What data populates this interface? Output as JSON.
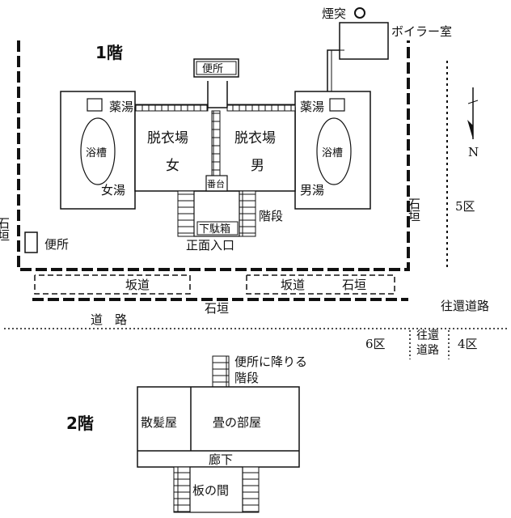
{
  "floor1": {
    "heading": "1階",
    "chimney": "煙突",
    "boiler_room": "ボイラー室",
    "toilet_top": "便所",
    "toilet_left": "便所",
    "yakuyu_left": "薬湯",
    "yakuyu_right": "薬湯",
    "yokuso_left": "浴槽",
    "yokuso_right": "浴槽",
    "women_bath": "女湯",
    "men_bath": "男湯",
    "dressing_left": "脱衣場",
    "dressing_right": "脱衣場",
    "women": "女",
    "men": "男",
    "bandai": "番台",
    "stairs": "階段",
    "shoe_box": "下駄箱",
    "entrance": "正面入口",
    "ishigaki_left": "石垣",
    "ishigaki_right": "石垣",
    "ishigaki_bottom": "石垣",
    "ishigaki_slope": "石垣",
    "slope_left": "坂道",
    "slope_right": "坂道",
    "road": "道　路",
    "north": "N",
    "district5": "5区",
    "district6": "6区",
    "district4": "4区",
    "two_way_road": "往還道路",
    "two_way_road_short": "往還道路"
  },
  "floor2": {
    "heading": "2階",
    "stairs_to_toilet_line1": "便所に降りる",
    "stairs_to_toilet_line2": "階段",
    "barber": "散髪屋",
    "tatami_room": "畳の部屋",
    "corridor": "廊下",
    "wood_floor": "板の間"
  }
}
